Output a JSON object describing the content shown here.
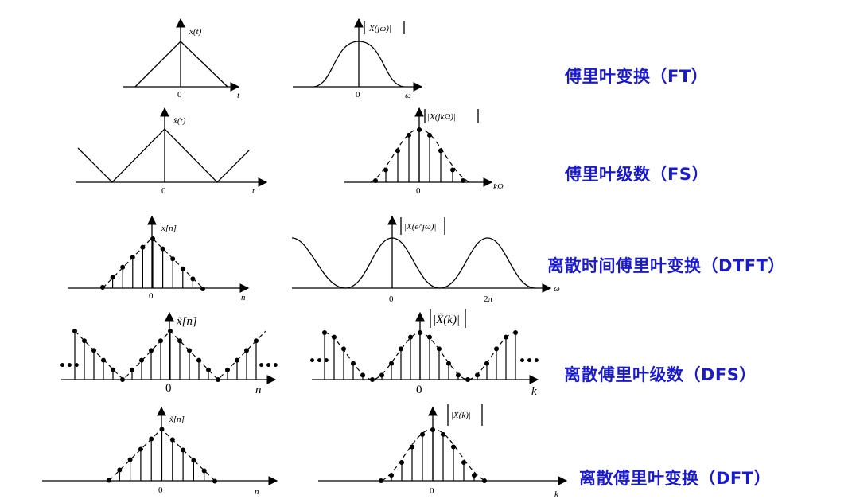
{
  "rows": [
    {
      "title": "傅里叶变换（FT）",
      "time": {
        "ylabel": "x(t)",
        "xlabel": "t",
        "origin": "0",
        "type": "continuous-aperiodic"
      },
      "freq": {
        "ylabel": "|X(jω)|",
        "xlabel": "ω",
        "origin": "0",
        "type": "continuous-aperiodic"
      }
    },
    {
      "title": "傅里叶级数（FS）",
      "time": {
        "ylabel": "x̃(t)",
        "xlabel": "t",
        "origin": "0",
        "type": "continuous-periodic"
      },
      "freq": {
        "ylabel": "|X(jkΩ)|",
        "xlabel": "kΩ",
        "origin": "0",
        "type": "discrete-aperiodic"
      }
    },
    {
      "title": "离散时间傅里叶变换（DTFT）",
      "time": {
        "ylabel": "x[n]",
        "xlabel": "n",
        "origin": "0",
        "type": "discrete-aperiodic"
      },
      "freq": {
        "ylabel": "|X(e^jω)|",
        "xlabel": "ω",
        "origin": "0",
        "tick2": "2π",
        "type": "continuous-periodic"
      }
    },
    {
      "title": "离散傅里叶级数（DFS）",
      "time": {
        "ylabel": "x̃[n]",
        "xlabel": "n",
        "origin": "0",
        "ellipsis": "•••",
        "type": "discrete-periodic"
      },
      "freq": {
        "ylabel": "|X̃(k)|",
        "xlabel": "k",
        "origin": "0",
        "ellipsis": "•••",
        "type": "discrete-periodic"
      }
    },
    {
      "title": "离散傅里叶变换（DFT）",
      "time": {
        "ylabel": "x̃[n]",
        "xlabel": "n",
        "origin": "0",
        "type": "discrete-finite"
      },
      "freq": {
        "ylabel": "|X̃(k)|",
        "xlabel": "k",
        "origin": "0",
        "type": "discrete-finite"
      }
    }
  ],
  "colors": {
    "title": "#1a1acc",
    "plot": "#000000"
  }
}
